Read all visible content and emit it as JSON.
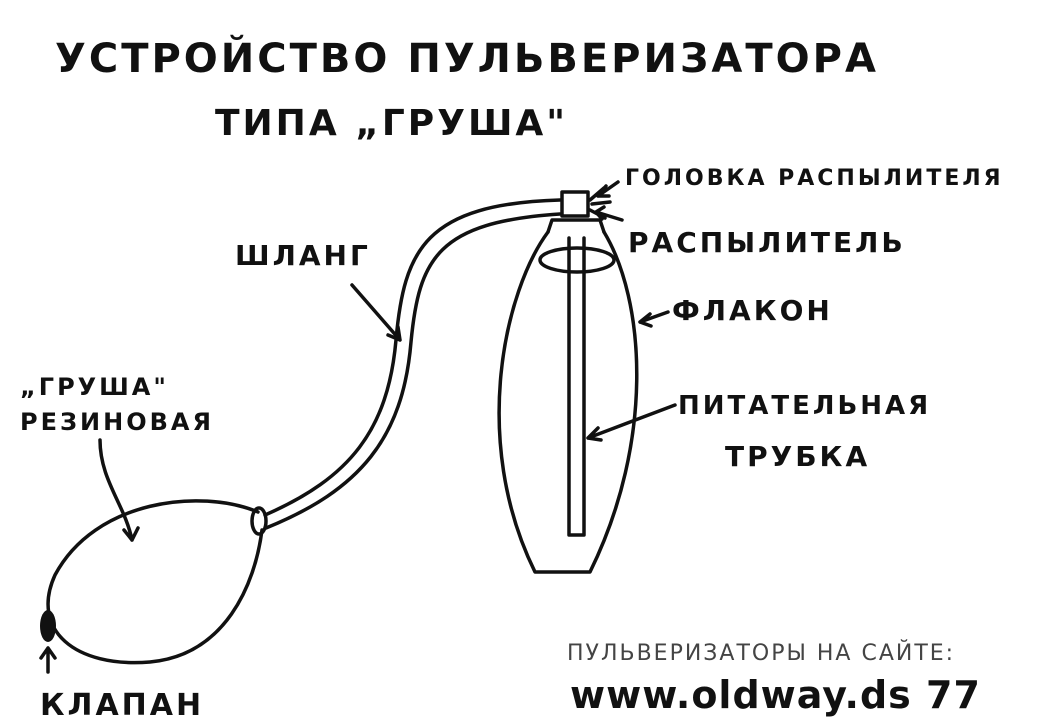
{
  "title": {
    "line1": "Устройство пульверизатора",
    "line2": "типа „Груша\""
  },
  "labels": {
    "spray_head": "Головка распылителя",
    "atomizer": "Распылитель",
    "bottle": "Флакон",
    "feed_tube_line1": "Питательная",
    "feed_tube_line2": "трубка",
    "hose": "Шланг",
    "bulb_line1": "„Груша\"",
    "bulb_line2": "резиновая",
    "valve": "Клапан"
  },
  "footer": {
    "caption": "пульверизаторы на сайте:",
    "website": "www.oldway.ds 77"
  }
}
